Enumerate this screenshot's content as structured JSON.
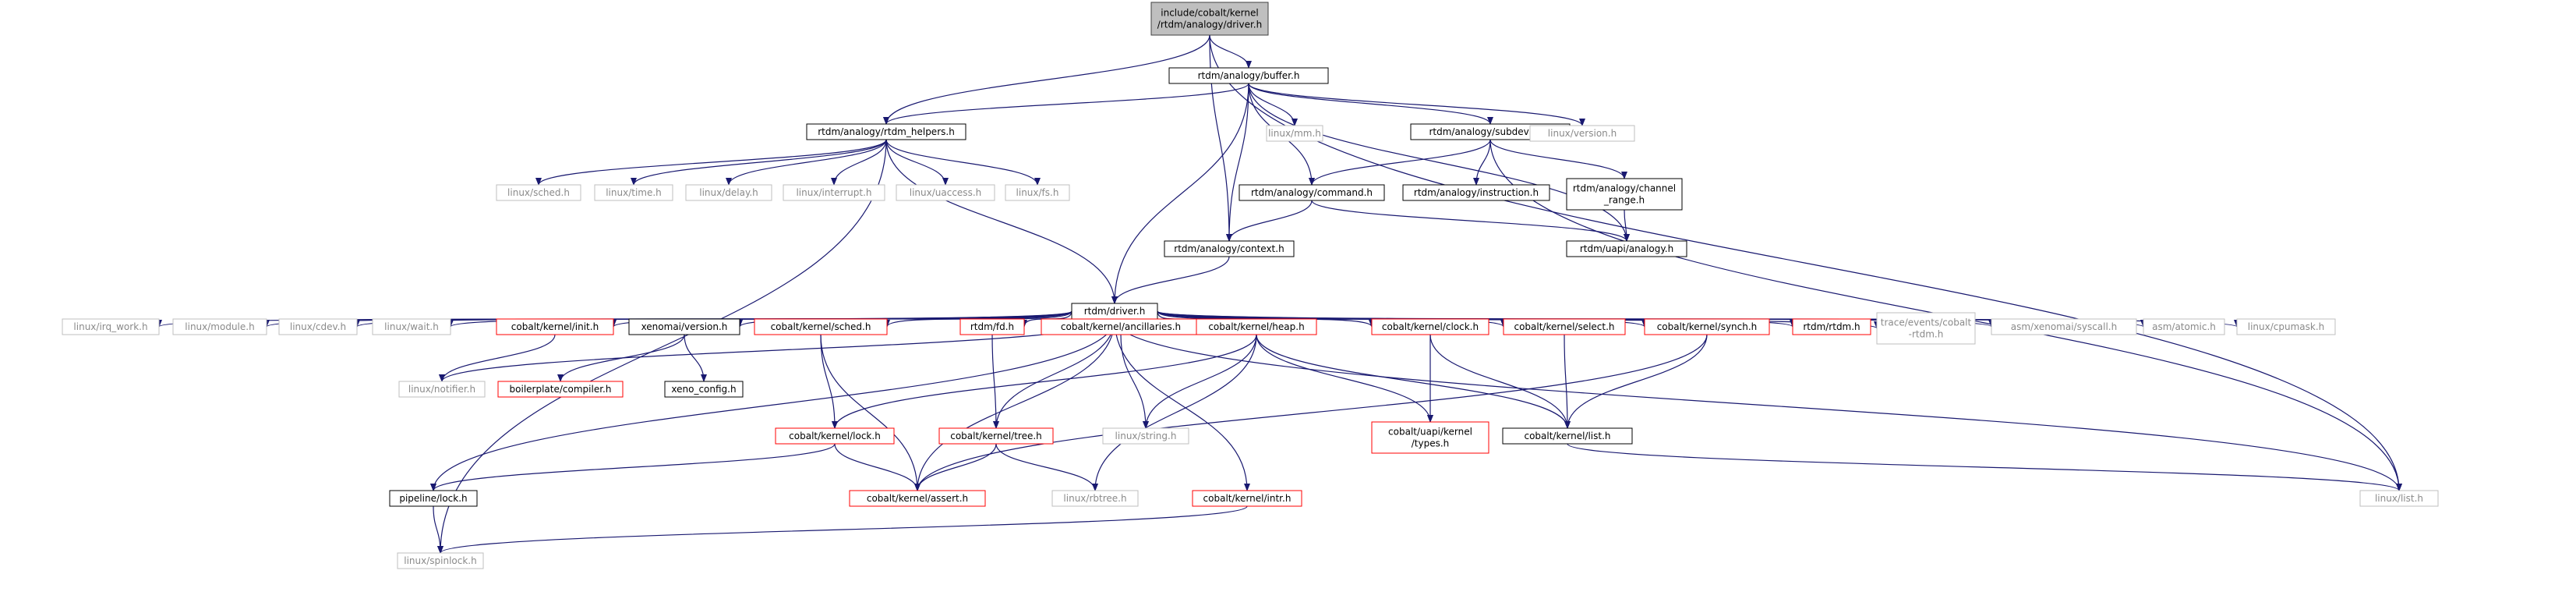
{
  "diagram": {
    "type": "include-dependency-graph",
    "nodes": [
      {
        "id": "root",
        "lines": [
          "include/cobalt/kernel",
          "/rtdm/analogy/driver.h"
        ],
        "style": "root"
      },
      {
        "id": "buffer",
        "lines": [
          "rtdm/analogy/buffer.h"
        ],
        "style": "node"
      },
      {
        "id": "rtdm_helpers",
        "lines": [
          "rtdm/analogy/rtdm_helpers.h"
        ],
        "style": "node"
      },
      {
        "id": "mm",
        "lines": [
          "linux/mm.h"
        ],
        "style": "gray"
      },
      {
        "id": "subdevice",
        "lines": [
          "rtdm/analogy/subdevice.h"
        ],
        "style": "node"
      },
      {
        "id": "version",
        "lines": [
          "linux/version.h"
        ],
        "style": "gray"
      },
      {
        "id": "sched_h",
        "lines": [
          "linux/sched.h"
        ],
        "style": "gray"
      },
      {
        "id": "time_h",
        "lines": [
          "linux/time.h"
        ],
        "style": "gray"
      },
      {
        "id": "delay_h",
        "lines": [
          "linux/delay.h"
        ],
        "style": "gray"
      },
      {
        "id": "interrupt_h",
        "lines": [
          "linux/interrupt.h"
        ],
        "style": "gray"
      },
      {
        "id": "uaccess_h",
        "lines": [
          "linux/uaccess.h"
        ],
        "style": "gray"
      },
      {
        "id": "fs_h",
        "lines": [
          "linux/fs.h"
        ],
        "style": "gray"
      },
      {
        "id": "command",
        "lines": [
          "rtdm/analogy/command.h"
        ],
        "style": "node"
      },
      {
        "id": "instruction",
        "lines": [
          "rtdm/analogy/instruction.h"
        ],
        "style": "node"
      },
      {
        "id": "channel_range",
        "lines": [
          "rtdm/analogy/channel",
          "_range.h"
        ],
        "style": "node"
      },
      {
        "id": "context",
        "lines": [
          "rtdm/analogy/context.h"
        ],
        "style": "node"
      },
      {
        "id": "uapi_analogy",
        "lines": [
          "rtdm/uapi/analogy.h"
        ],
        "style": "node"
      },
      {
        "id": "rtdm_driver",
        "lines": [
          "rtdm/driver.h"
        ],
        "style": "node"
      },
      {
        "id": "irq_work",
        "lines": [
          "linux/irq_work.h"
        ],
        "style": "gray"
      },
      {
        "id": "module_h",
        "lines": [
          "linux/module.h"
        ],
        "style": "gray"
      },
      {
        "id": "cdev_h",
        "lines": [
          "linux/cdev.h"
        ],
        "style": "gray"
      },
      {
        "id": "wait_h",
        "lines": [
          "linux/wait.h"
        ],
        "style": "gray"
      },
      {
        "id": "ck_init",
        "lines": [
          "cobalt/kernel/init.h"
        ],
        "style": "red"
      },
      {
        "id": "xen_version",
        "lines": [
          "xenomai/version.h"
        ],
        "style": "node"
      },
      {
        "id": "ck_sched",
        "lines": [
          "cobalt/kernel/sched.h"
        ],
        "style": "red"
      },
      {
        "id": "rtdm_fd",
        "lines": [
          "rtdm/fd.h"
        ],
        "style": "red"
      },
      {
        "id": "ck_ancillaries",
        "lines": [
          "cobalt/kernel/ancillaries.h"
        ],
        "style": "red"
      },
      {
        "id": "ck_heap",
        "lines": [
          "cobalt/kernel/heap.h"
        ],
        "style": "red"
      },
      {
        "id": "ck_clock",
        "lines": [
          "cobalt/kernel/clock.h"
        ],
        "style": "red"
      },
      {
        "id": "ck_select",
        "lines": [
          "cobalt/kernel/select.h"
        ],
        "style": "red"
      },
      {
        "id": "ck_synch",
        "lines": [
          "cobalt/kernel/synch.h"
        ],
        "style": "red"
      },
      {
        "id": "rtdm_rtdm",
        "lines": [
          "rtdm/rtdm.h"
        ],
        "style": "red"
      },
      {
        "id": "trace_events",
        "lines": [
          "trace/events/cobalt",
          "-rtdm.h"
        ],
        "style": "gray"
      },
      {
        "id": "asm_syscall",
        "lines": [
          "asm/xenomai/syscall.h"
        ],
        "style": "gray"
      },
      {
        "id": "asm_atomic",
        "lines": [
          "asm/atomic.h"
        ],
        "style": "gray"
      },
      {
        "id": "cpumask",
        "lines": [
          "linux/cpumask.h"
        ],
        "style": "gray"
      },
      {
        "id": "notifier",
        "lines": [
          "linux/notifier.h"
        ],
        "style": "gray"
      },
      {
        "id": "bp_compiler",
        "lines": [
          "boilerplate/compiler.h"
        ],
        "style": "red"
      },
      {
        "id": "xeno_config",
        "lines": [
          "xeno_config.h"
        ],
        "style": "node"
      },
      {
        "id": "ck_lock",
        "lines": [
          "cobalt/kernel/lock.h"
        ],
        "style": "red"
      },
      {
        "id": "ck_tree",
        "lines": [
          "cobalt/kernel/tree.h"
        ],
        "style": "red"
      },
      {
        "id": "string_h",
        "lines": [
          "linux/string.h"
        ],
        "style": "gray"
      },
      {
        "id": "uapi_types",
        "lines": [
          "cobalt/uapi/kernel",
          "/types.h"
        ],
        "style": "red"
      },
      {
        "id": "ck_list",
        "lines": [
          "cobalt/kernel/list.h"
        ],
        "style": "node"
      },
      {
        "id": "pipeline_lock",
        "lines": [
          "pipeline/lock.h"
        ],
        "style": "node"
      },
      {
        "id": "ck_assert",
        "lines": [
          "cobalt/kernel/assert.h"
        ],
        "style": "red"
      },
      {
        "id": "rbtree_h",
        "lines": [
          "linux/rbtree.h"
        ],
        "style": "gray"
      },
      {
        "id": "ck_intr",
        "lines": [
          "cobalt/kernel/intr.h"
        ],
        "style": "red"
      },
      {
        "id": "list_h",
        "lines": [
          "linux/list.h"
        ],
        "style": "gray"
      },
      {
        "id": "spinlock_h",
        "lines": [
          "linux/spinlock.h"
        ],
        "style": "gray"
      }
    ],
    "edges": [
      [
        "root",
        "rtdm_helpers"
      ],
      [
        "root",
        "buffer"
      ],
      [
        "root",
        "context"
      ],
      [
        "root",
        "list_h"
      ],
      [
        "buffer",
        "rtdm_helpers"
      ],
      [
        "buffer",
        "mm"
      ],
      [
        "buffer",
        "subdevice"
      ],
      [
        "buffer",
        "version"
      ],
      [
        "buffer",
        "command"
      ],
      [
        "buffer",
        "context"
      ],
      [
        "buffer",
        "uapi_analogy"
      ],
      [
        "buffer",
        "rtdm_driver"
      ],
      [
        "rtdm_helpers",
        "sched_h"
      ],
      [
        "rtdm_helpers",
        "time_h"
      ],
      [
        "rtdm_helpers",
        "delay_h"
      ],
      [
        "rtdm_helpers",
        "interrupt_h"
      ],
      [
        "rtdm_helpers",
        "uaccess_h"
      ],
      [
        "rtdm_helpers",
        "fs_h"
      ],
      [
        "rtdm_helpers",
        "rtdm_driver"
      ],
      [
        "rtdm_helpers",
        "spinlock_h"
      ],
      [
        "subdevice",
        "command"
      ],
      [
        "subdevice",
        "instruction"
      ],
      [
        "subdevice",
        "channel_range"
      ],
      [
        "subdevice",
        "list_h"
      ],
      [
        "command",
        "context"
      ],
      [
        "command",
        "uapi_analogy"
      ],
      [
        "channel_range",
        "uapi_analogy"
      ],
      [
        "context",
        "rtdm_driver"
      ],
      [
        "rtdm_driver",
        "irq_work"
      ],
      [
        "rtdm_driver",
        "module_h"
      ],
      [
        "rtdm_driver",
        "cdev_h"
      ],
      [
        "rtdm_driver",
        "wait_h"
      ],
      [
        "rtdm_driver",
        "notifier"
      ],
      [
        "rtdm_driver",
        "ck_init"
      ],
      [
        "rtdm_driver",
        "xen_version"
      ],
      [
        "rtdm_driver",
        "ck_sched"
      ],
      [
        "rtdm_driver",
        "rtdm_fd"
      ],
      [
        "rtdm_driver",
        "ck_ancillaries"
      ],
      [
        "rtdm_driver",
        "ck_heap"
      ],
      [
        "rtdm_driver",
        "ck_clock"
      ],
      [
        "rtdm_driver",
        "ck_select"
      ],
      [
        "rtdm_driver",
        "ck_synch"
      ],
      [
        "rtdm_driver",
        "rtdm_rtdm"
      ],
      [
        "rtdm_driver",
        "trace_events"
      ],
      [
        "rtdm_driver",
        "asm_syscall"
      ],
      [
        "rtdm_driver",
        "asm_atomic"
      ],
      [
        "rtdm_driver",
        "cpumask"
      ],
      [
        "rtdm_driver",
        "list_h"
      ],
      [
        "rtdm_driver",
        "pipeline_lock"
      ],
      [
        "rtdm_driver",
        "ck_tree"
      ],
      [
        "rtdm_driver",
        "ck_assert"
      ],
      [
        "rtdm_driver",
        "ck_intr"
      ],
      [
        "ck_init",
        "notifier"
      ],
      [
        "xen_version",
        "bp_compiler"
      ],
      [
        "xen_version",
        "xeno_config"
      ],
      [
        "ck_sched",
        "ck_lock"
      ],
      [
        "ck_sched",
        "ck_assert"
      ],
      [
        "rtdm_fd",
        "ck_tree"
      ],
      [
        "ck_ancillaries",
        "string_h"
      ],
      [
        "ck_heap",
        "ck_lock"
      ],
      [
        "ck_heap",
        "string_h"
      ],
      [
        "ck_heap",
        "uapi_types"
      ],
      [
        "ck_heap",
        "ck_list"
      ],
      [
        "ck_heap",
        "rbtree_h"
      ],
      [
        "ck_clock",
        "uapi_types"
      ],
      [
        "ck_clock",
        "ck_list"
      ],
      [
        "ck_select",
        "ck_list"
      ],
      [
        "ck_synch",
        "ck_list"
      ],
      [
        "ck_synch",
        "ck_assert"
      ],
      [
        "ck_lock",
        "pipeline_lock"
      ],
      [
        "ck_lock",
        "ck_assert"
      ],
      [
        "ck_tree",
        "ck_assert"
      ],
      [
        "ck_tree",
        "rbtree_h"
      ],
      [
        "ck_list",
        "list_h"
      ],
      [
        "pipeline_lock",
        "spinlock_h"
      ],
      [
        "ck_intr",
        "spinlock_h"
      ]
    ],
    "colors": {
      "edge": "#191970",
      "root_fill": "#bfbfbf",
      "node_border": "#000000",
      "external_border": "#bfbfbf",
      "external_text": "#8a8a8a",
      "undocumented_border": "#ff0000"
    }
  }
}
